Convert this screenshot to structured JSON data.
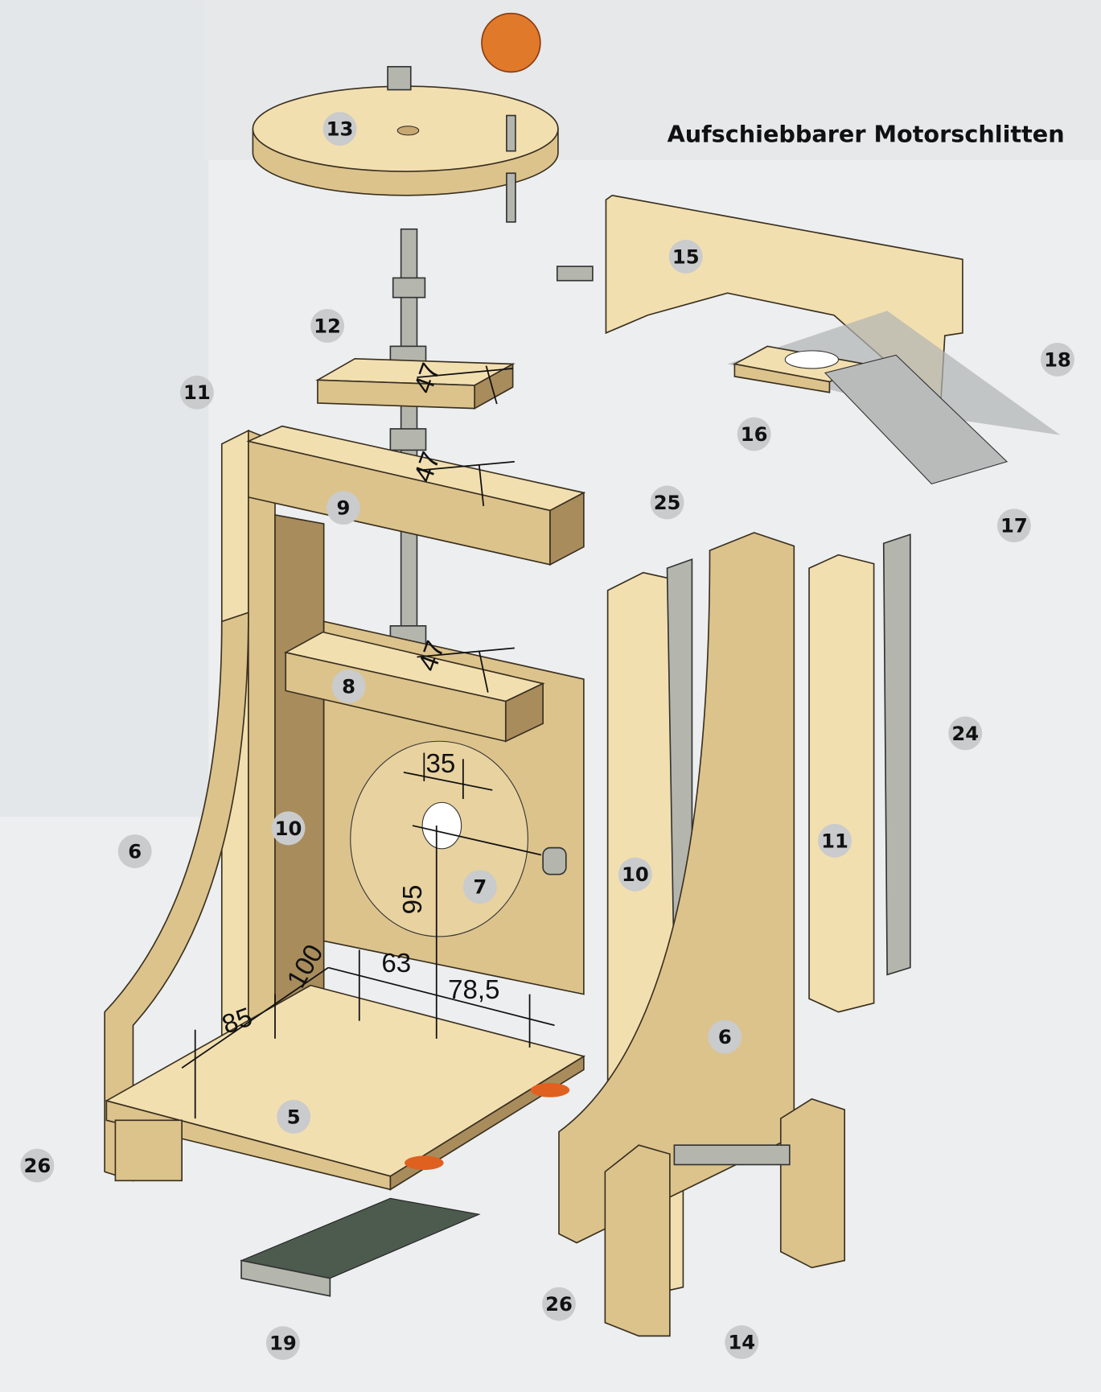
{
  "title": "Aufschiebbarer Motorschlitten",
  "part_labels": [
    "13",
    "15",
    "12",
    "11",
    "18",
    "16",
    "9",
    "25",
    "17",
    "8",
    "24",
    "10",
    "6",
    "11",
    "10",
    "7",
    "6",
    "5",
    "26",
    "26",
    "19",
    "14"
  ],
  "dimensions": [
    "47",
    "47",
    "47",
    "35",
    "95",
    "100",
    "63",
    "78,5",
    "85"
  ],
  "colors": {
    "wood": "#f2dfb0",
    "metal": "#b4b6ae",
    "knob": "#e07a2a",
    "label_bg": "#c9cbcc"
  }
}
